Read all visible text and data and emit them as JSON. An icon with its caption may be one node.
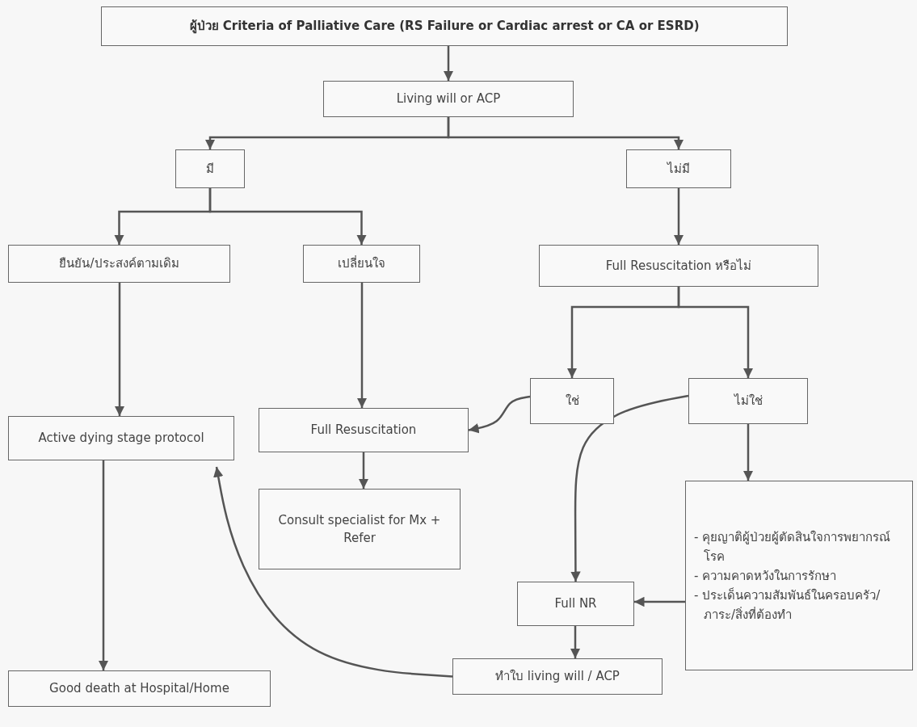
{
  "diagram": {
    "nodes": [
      {
        "text": [
          "ผู้ป่วย Criteria of Palliative Care (RS Failure or Cardiac arrest or CA or ESRD)"
        ]
      },
      {
        "text": [
          "Living will or ACP"
        ]
      },
      {
        "text": [
          "มี"
        ]
      },
      {
        "text": [
          "ไม่มี"
        ]
      },
      {
        "text": [
          "ยืนยัน/ประสงค์ตามเดิม"
        ]
      },
      {
        "text": [
          "เปลี่ยนใจ"
        ]
      },
      {
        "text": [
          "Full Resuscitation หรือไม่"
        ]
      },
      {
        "text": [
          "ใช่"
        ]
      },
      {
        "text": [
          "ไม่ใช่"
        ]
      },
      {
        "text": [
          "Active dying stage protocol"
        ]
      },
      {
        "text": [
          "Full Resuscitation"
        ]
      },
      {
        "text": [
          "Consult specialist for Mx + Refer"
        ]
      },
      {
        "text": [
          "- คุยญาติผู้ป่วยผู้ตัดสินใจการพยากรณ์โรค",
          "- ความคาดหวังในการรักษา",
          "- ประเด็นความสัมพันธ์ในครอบครัว/ภาระ/สิ่งที่ต้องทำ"
        ]
      },
      {
        "text": [
          "Full NR"
        ]
      },
      {
        "text": [
          "ทำใบ living will / ACP"
        ]
      },
      {
        "text": [
          "Good death at Hospital/Home"
        ]
      }
    ],
    "edges": [
      {
        "from": 0,
        "to": 1,
        "arrow": "to"
      },
      {
        "from": 1,
        "to": 2,
        "arrow": "to"
      },
      {
        "from": 1,
        "to": 3,
        "arrow": "to"
      },
      {
        "from": 2,
        "to": 4,
        "arrow": "to"
      },
      {
        "from": 2,
        "to": 5,
        "arrow": "to"
      },
      {
        "from": 3,
        "to": 6,
        "arrow": "to"
      },
      {
        "from": 6,
        "to": 7,
        "arrow": "to"
      },
      {
        "from": 6,
        "to": 8,
        "arrow": "to"
      },
      {
        "from": 4,
        "to": 9,
        "arrow": "to"
      },
      {
        "from": 5,
        "to": 10,
        "arrow": "to"
      },
      {
        "from": 7,
        "to": 10,
        "arrow": "to"
      },
      {
        "from": 10,
        "to": 11,
        "arrow": "to"
      },
      {
        "from": 8,
        "to": 12,
        "arrow": "to"
      },
      {
        "from": 8,
        "to": 13,
        "arrow": "to"
      },
      {
        "from": 12,
        "to": 13,
        "arrow": "to"
      },
      {
        "from": 13,
        "to": 14,
        "arrow": "to"
      },
      {
        "from": 14,
        "to": 9,
        "arrow": "to"
      },
      {
        "from": 9,
        "to": 15,
        "arrow": "to"
      }
    ]
  }
}
